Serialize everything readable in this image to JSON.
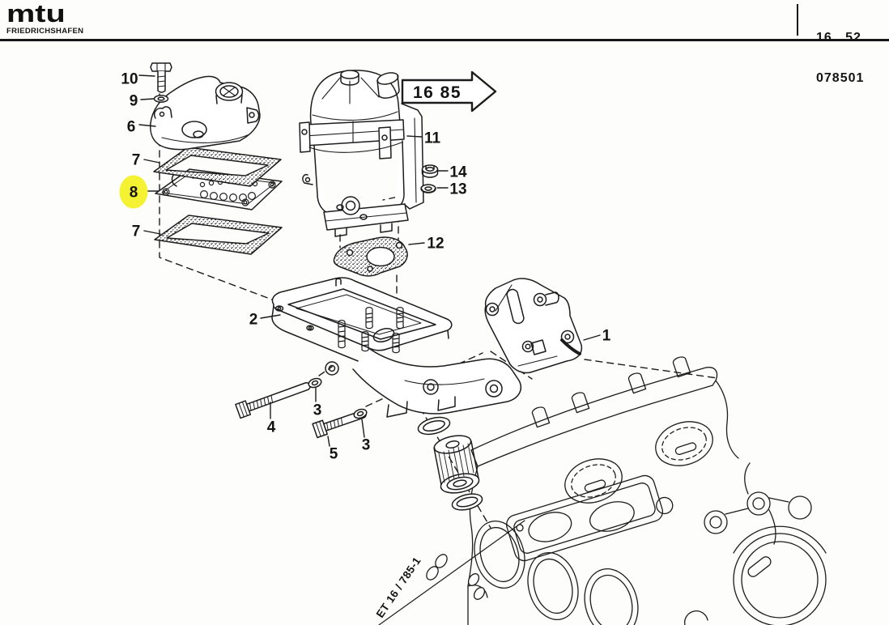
{
  "header": {
    "brand": "mtu",
    "brand_sub": "FRIEDRICHSHAFEN",
    "sheet_group": "16   52",
    "sheet_code": "078501"
  },
  "diagram": {
    "cross_ref_arrow_label": "16 85",
    "drawing_ref": "ET 16 / 785-1",
    "highlight_color": "#f5f233",
    "callouts": [
      {
        "id": "10",
        "label": "10",
        "highlighted": false
      },
      {
        "id": "9",
        "label": "9",
        "highlighted": false
      },
      {
        "id": "6",
        "label": "6",
        "highlighted": false
      },
      {
        "id": "7-upper",
        "label": "7",
        "highlighted": false
      },
      {
        "id": "8",
        "label": "8",
        "highlighted": true
      },
      {
        "id": "7-lower",
        "label": "7",
        "highlighted": false
      },
      {
        "id": "2",
        "label": "2",
        "highlighted": false
      },
      {
        "id": "11",
        "label": "11",
        "highlighted": false
      },
      {
        "id": "14",
        "label": "14",
        "highlighted": false
      },
      {
        "id": "13",
        "label": "13",
        "highlighted": false
      },
      {
        "id": "12",
        "label": "12",
        "highlighted": false
      },
      {
        "id": "1",
        "label": "1",
        "highlighted": false
      },
      {
        "id": "4",
        "label": "4",
        "highlighted": false
      },
      {
        "id": "3-a",
        "label": "3",
        "highlighted": false
      },
      {
        "id": "5",
        "label": "5",
        "highlighted": false
      },
      {
        "id": "3-b",
        "label": "3",
        "highlighted": false
      }
    ]
  }
}
